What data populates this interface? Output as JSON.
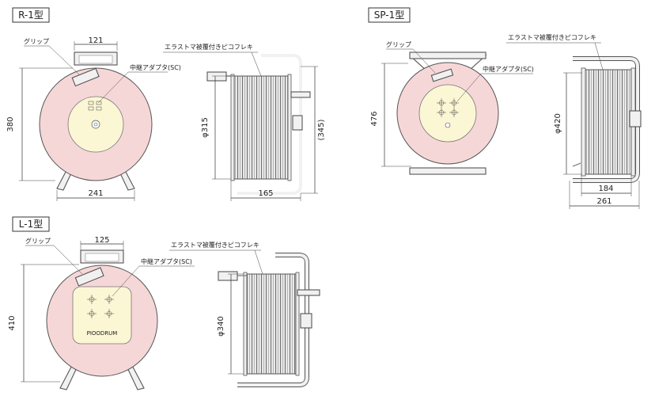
{
  "colors": {
    "drum": "#f6d7d8",
    "hub": "#fbf6d4",
    "frame": "#f1f1f1",
    "outline": "#555555"
  },
  "labels": {
    "grip": "グリップ",
    "cable": "エラストマ被覆付きピコフレキ",
    "adapter": "中継アダプタ(SC)",
    "brand": "PIOODRUM"
  },
  "models": [
    {
      "title": "R-1型",
      "dims": {
        "width_top": "121",
        "height": "380",
        "base": "241",
        "diameter": "φ315",
        "frame_height": "(345)",
        "depth": "165"
      }
    },
    {
      "title": "SP-1型",
      "dims": {
        "height": "476",
        "diameter": "φ420",
        "depth_inner": "184",
        "depth_outer": "261"
      }
    },
    {
      "title": "L-1型",
      "dims": {
        "width_top": "125",
        "height": "410",
        "diameter": "φ340"
      }
    }
  ]
}
